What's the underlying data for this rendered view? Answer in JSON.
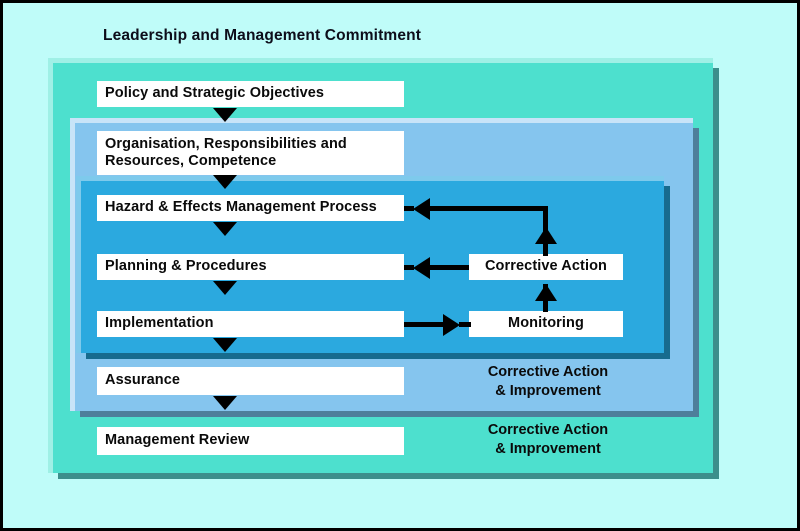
{
  "diagram": {
    "title": "Leadership and Management Commitment",
    "type": "nested-layered-process-flow",
    "background_color": "#bffcf9",
    "frame_border_color": "#000000"
  },
  "layers": [
    {
      "name": "leadership-and-management-commitment",
      "label": "Leadership and Management Commitment",
      "color": "#bffcf9"
    },
    {
      "name": "teal-layer",
      "label": "",
      "color": "#4de0ce"
    },
    {
      "name": "mid-blue-layer",
      "label": "",
      "color": "#85c5ee"
    },
    {
      "name": "inner-blue-layer",
      "label": "",
      "color": "#2ba9df"
    }
  ],
  "process_boxes": [
    {
      "id": "policy",
      "label": "Policy and Strategic Objectives"
    },
    {
      "id": "organisation",
      "label": "Organisation, Responsibilities and Resources, Competence"
    },
    {
      "id": "hazard",
      "label": "Hazard & Effects Management Process"
    },
    {
      "id": "planning",
      "label": "Planning & Procedures"
    },
    {
      "id": "implementation",
      "label": "Implementation"
    },
    {
      "id": "assurance",
      "label": "Assurance"
    },
    {
      "id": "review",
      "label": "Management Review"
    }
  ],
  "feedback_boxes": [
    {
      "id": "corrective-action",
      "label": "Corrective Action"
    },
    {
      "id": "monitoring",
      "label": "Monitoring"
    }
  ],
  "captions": [
    {
      "id": "caption-blue",
      "label": "Corrective Action\n& Improvement"
    },
    {
      "id": "caption-teal",
      "label": "Corrective Action\n& Improvement"
    }
  ],
  "connectors": [
    {
      "from": "policy",
      "to": "organisation",
      "kind": "arrow-down"
    },
    {
      "from": "organisation",
      "to": "hazard",
      "kind": "arrow-down"
    },
    {
      "from": "hazard",
      "to": "planning",
      "kind": "arrow-down"
    },
    {
      "from": "planning",
      "to": "implementation",
      "kind": "arrow-down"
    },
    {
      "from": "implementation",
      "to": "assurance",
      "kind": "arrow-down"
    },
    {
      "from": "assurance",
      "to": "review",
      "kind": "arrow-down"
    },
    {
      "from": "implementation",
      "to": "monitoring",
      "kind": "arrow-right"
    },
    {
      "from": "monitoring",
      "to": "corrective-action",
      "kind": "arrow-up"
    },
    {
      "from": "corrective-action",
      "to": "planning",
      "kind": "arrow-left"
    },
    {
      "from": "corrective-action",
      "to": "hazard",
      "kind": "arrow-up-left"
    }
  ]
}
